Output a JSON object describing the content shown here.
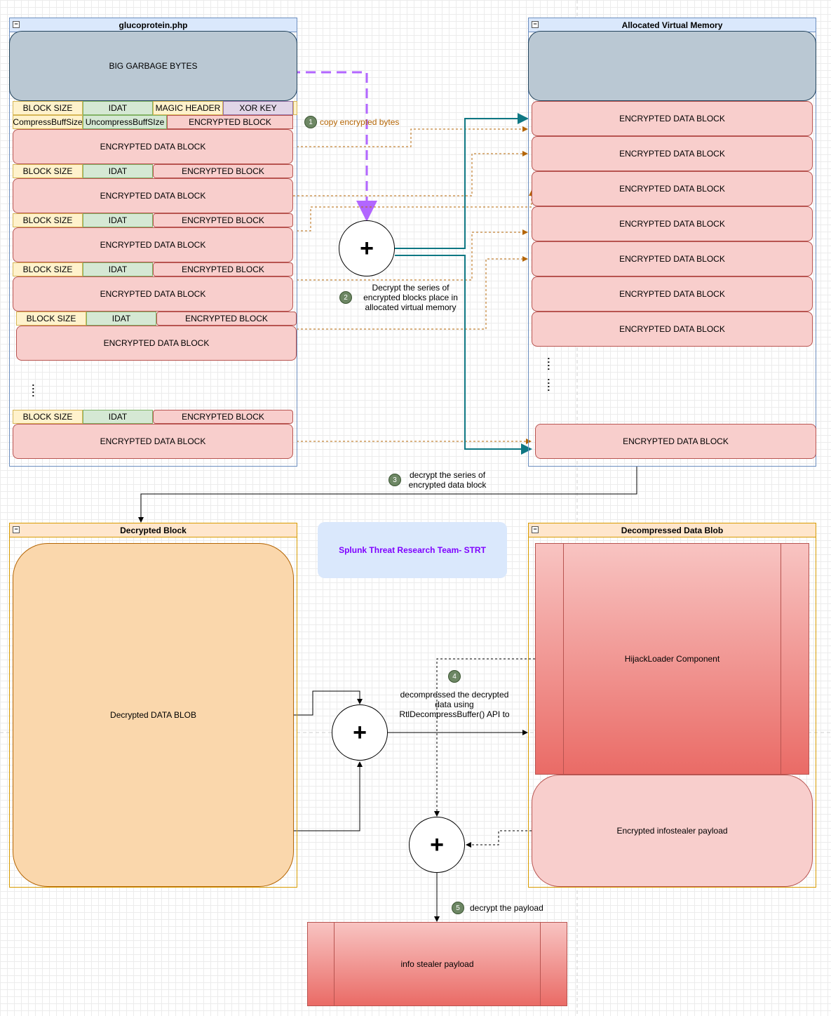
{
  "file_container": {
    "title": "glucoprotein.php",
    "garbage_label": "BIG GARBAGE BYTES",
    "header_row": [
      "BLOCK SIZE",
      "IDAT",
      "MAGIC HEADER",
      "XOR KEY"
    ],
    "size_row": [
      "CompressBuffSize",
      "UncompressBuffSIze",
      "ENCRYPTED BLOCK"
    ],
    "chunk_labels": [
      "BLOCK SIZE",
      "IDAT",
      "ENCRYPTED BLOCK"
    ],
    "data_block_label": "ENCRYPTED DATA BLOCK",
    "ellipsis": ":"
  },
  "memory_container": {
    "title": "Allocated Virtual Memory",
    "block_label": "ENCRYPTED DATA BLOCK",
    "ellipsis": ":"
  },
  "decrypted_container": {
    "title": "Decrypted Block",
    "blob_label": "Decrypted DATA BLOB"
  },
  "decompressed_container": {
    "title": "Decompressed Data Blob",
    "component_label": "HijackLoader Component",
    "payload_label": "Encrypted infostealer payload"
  },
  "brand_label": "Splunk Threat Research Team- STRT",
  "operator_symbol": "+",
  "output_label": "info stealer payload",
  "steps": [
    {
      "num": "1",
      "text": "copy encrypted bytes"
    },
    {
      "num": "2",
      "text": "Decrypt the series of encrypted blocks place in allocated virtual memory"
    },
    {
      "num": "3",
      "text": "decrypt the series of encrypted data block"
    },
    {
      "num": "4",
      "text": "decompressed the decrypted data using RtlDecompressBuffer() API to"
    },
    {
      "num": "5",
      "text": "decrypt the payload"
    }
  ],
  "colors": {
    "container_border": "#6c8ebf",
    "container_header": "#dae8fc",
    "garbage_fill": "#bac8d3",
    "encrypted_fill": "#f8cecc",
    "encrypted_border": "#b85450",
    "size_fill": "#fff2cc",
    "idat_fill": "#d5e8d4",
    "xor_fill": "#e1d5e7",
    "decrypted_fill": "#fad7ac",
    "step_badge": "#6d8764",
    "teal_arrow": "#0e7783",
    "orange_arrow": "#b46504",
    "purple_arrow": "#b266ff",
    "brand_fill": "#dae8fc",
    "brand_text": "#7f00ff"
  }
}
